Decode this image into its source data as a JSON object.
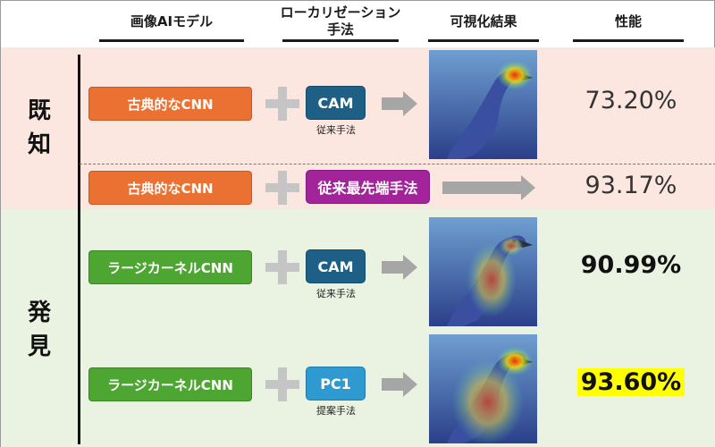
{
  "headers": {
    "model": "画像AIモデル",
    "localization": "ローカリゼーション\n手法",
    "visualization": "可視化結果",
    "performance": "性能"
  },
  "groups": {
    "known": "既\n知",
    "discovery": "発\n見"
  },
  "rows": [
    {
      "model": "古典的なCNN",
      "method": "CAM",
      "method_note": "従来手法",
      "score": "73.20%",
      "heatmap": "head"
    },
    {
      "model": "古典的なCNN",
      "method": "従来最先端手法",
      "method_note": "",
      "score": "93.17%",
      "heatmap": "none"
    },
    {
      "model": "ラージカーネルCNN",
      "method": "CAM",
      "method_note": "従来手法",
      "score": "90.99%",
      "heatmap": "body"
    },
    {
      "model": "ラージカーネルCNN",
      "method": "PC1",
      "method_note": "提案手法",
      "score": "93.60%",
      "heatmap": "full"
    }
  ],
  "colors": {
    "known_band": "#fbe6e0",
    "discovery_band": "#eaf3e2",
    "classic_cnn": "#ea7132",
    "large_kernel_cnn": "#4da631",
    "cam": "#1e5f86",
    "sota": "#a3239b",
    "pc1": "#2f9ad0",
    "highlight": "#ffff00"
  }
}
